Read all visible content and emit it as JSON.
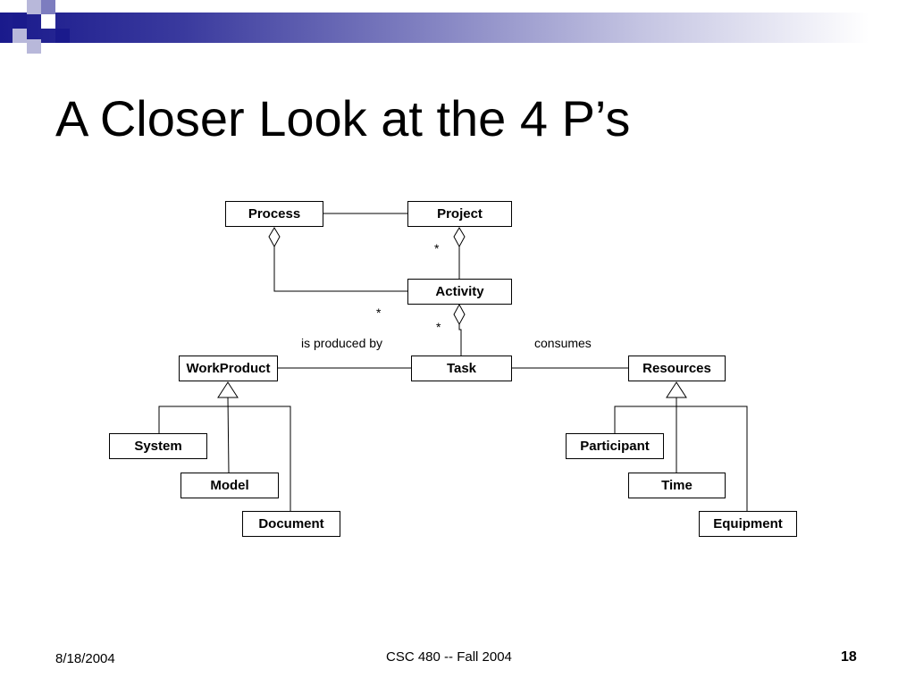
{
  "slide": {
    "title": "A Closer Look at the 4 P’s",
    "footer_date": "8/18/2004",
    "footer_course": "CSC 480 -- Fall 2004",
    "page_number": "18"
  },
  "diagram": {
    "classes": {
      "process": "Process",
      "project": "Project",
      "activity": "Activity",
      "task": "Task",
      "workproduct": "WorkProduct",
      "resources": "Resources",
      "system": "System",
      "model": "Model",
      "document": "Document",
      "participant": "Participant",
      "time": "Time",
      "equipment": "Equipment"
    },
    "labels": {
      "is_produced_by": "is produced by",
      "consumes": "consumes",
      "mult_project_activity": "*",
      "mult_process_activity": "*",
      "mult_activity_task": "*"
    }
  },
  "colors": {
    "banner_dark": "#1a1a8c",
    "banner_light": "#c4c4e2"
  }
}
